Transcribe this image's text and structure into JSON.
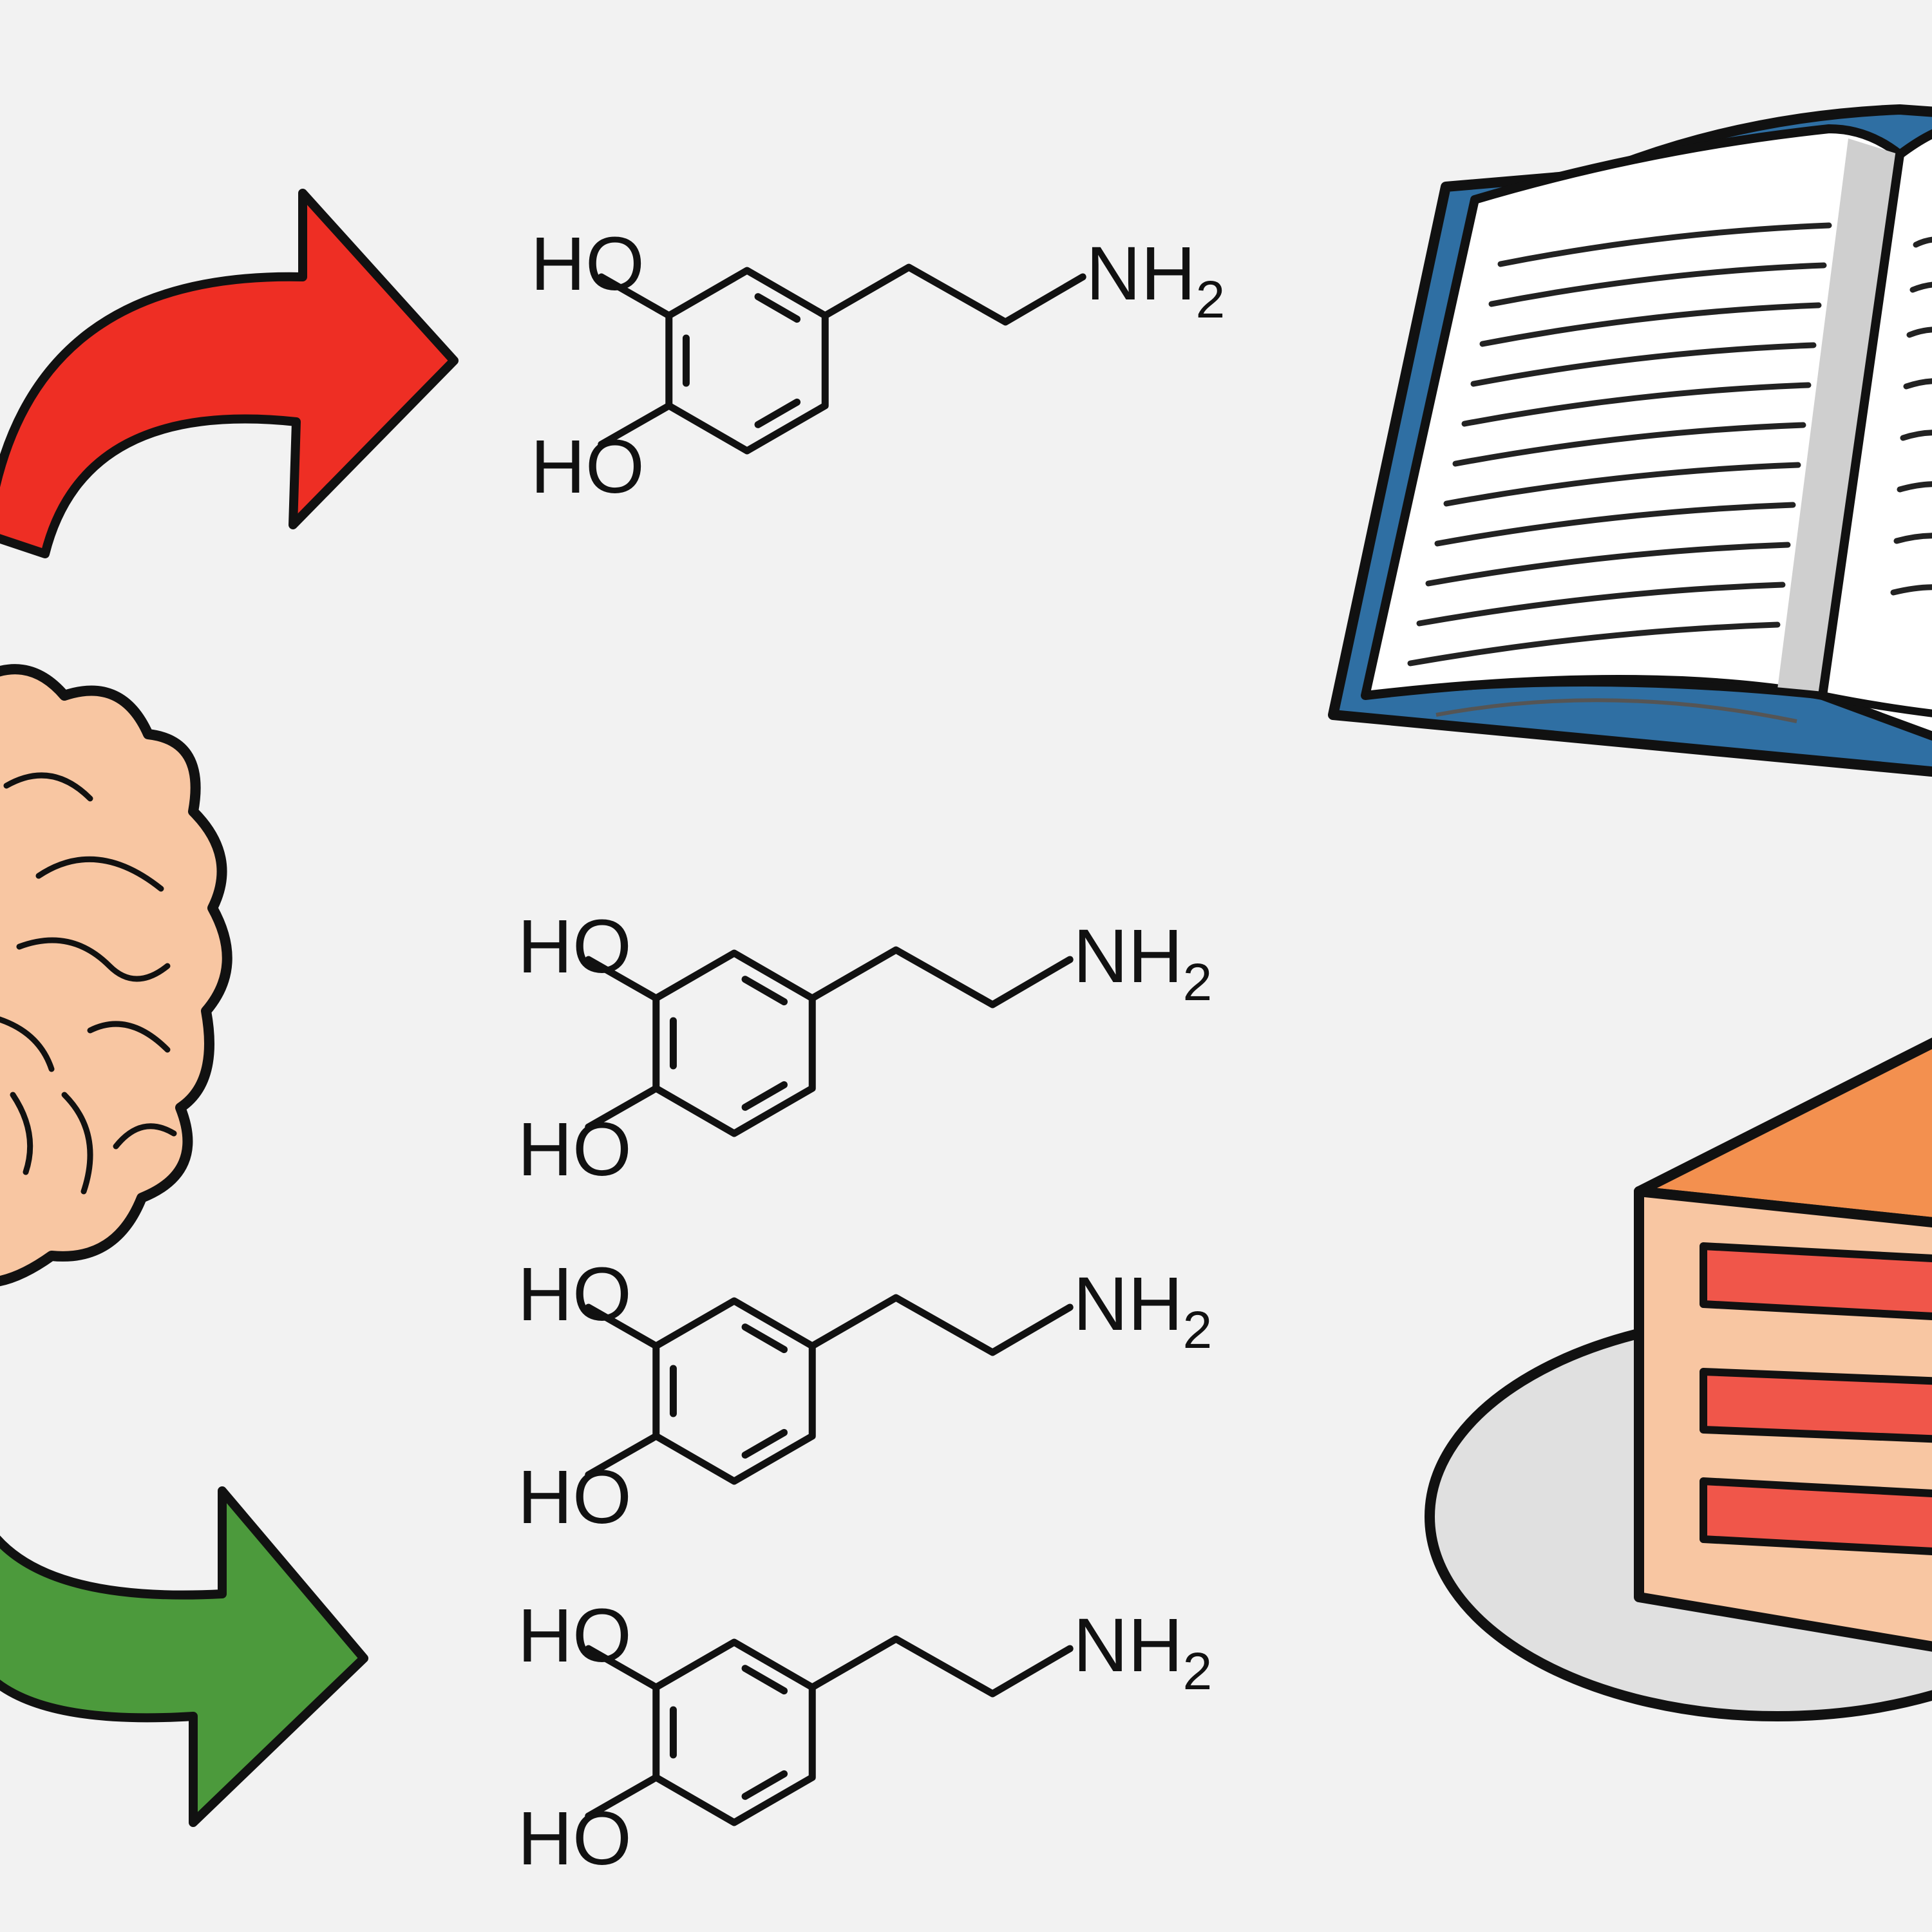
{
  "colors": {
    "background": "#f2f2f2",
    "arrow_top": "#ee2e24",
    "arrow_bottom": "#4c9a3c",
    "brain": "#f8c6a2",
    "book_cover": "#2f6fa3",
    "book_page_shade": "#cfcfcf",
    "cake_top": "#f3904f",
    "cake_side": "#f8c6a2",
    "cake_stripe": "#f0564a",
    "plate": "#e0e0e0",
    "outline": "#111111"
  },
  "icons": {
    "brain": "brain-icon",
    "book": "open-book-icon",
    "cake": "cake-slice-icon",
    "arrow_top": "red-curved-arrow-icon",
    "arrow_bottom": "green-curved-arrow-icon"
  },
  "molecules": [
    {
      "oh_top": "HO",
      "oh_bottom": "HO",
      "amine": "NH",
      "amine_sub": "2"
    },
    {
      "oh_top": "HO",
      "oh_bottom": "HO",
      "amine": "NH",
      "amine_sub": "2"
    },
    {
      "oh_top": "HO",
      "oh_bottom": "HO",
      "amine": "NH",
      "amine_sub": "2"
    },
    {
      "oh_top": "HO",
      "oh_bottom": "HO",
      "amine": "NH",
      "amine_sub": "2"
    }
  ]
}
